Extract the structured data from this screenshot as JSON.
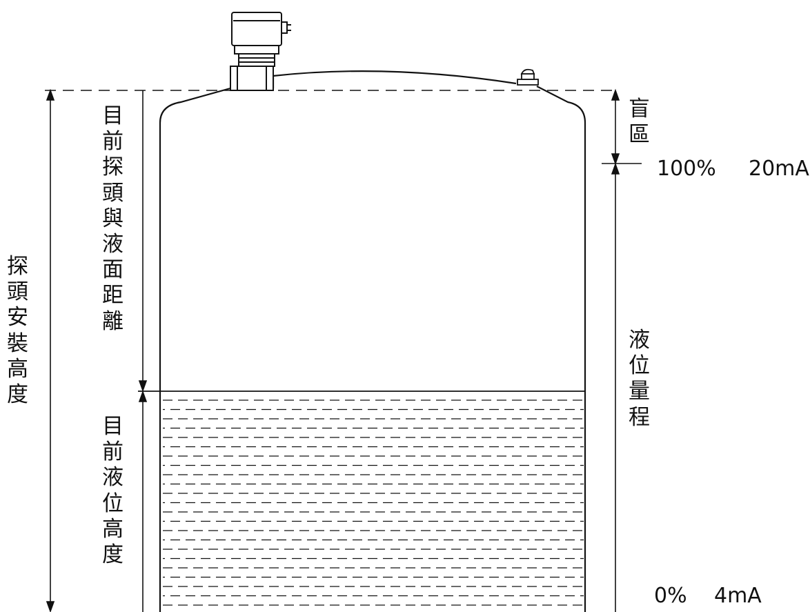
{
  "labels": {
    "install_height": "探頭安裝高度",
    "probe_to_liquid": "目前探頭與液面距離",
    "current_level": "目前液位高度",
    "dead_zone": "盲區",
    "level_range": "液位量程",
    "full_percent": "100%",
    "full_current": "20mA",
    "empty_percent": "0%",
    "empty_current": "4mA"
  }
}
